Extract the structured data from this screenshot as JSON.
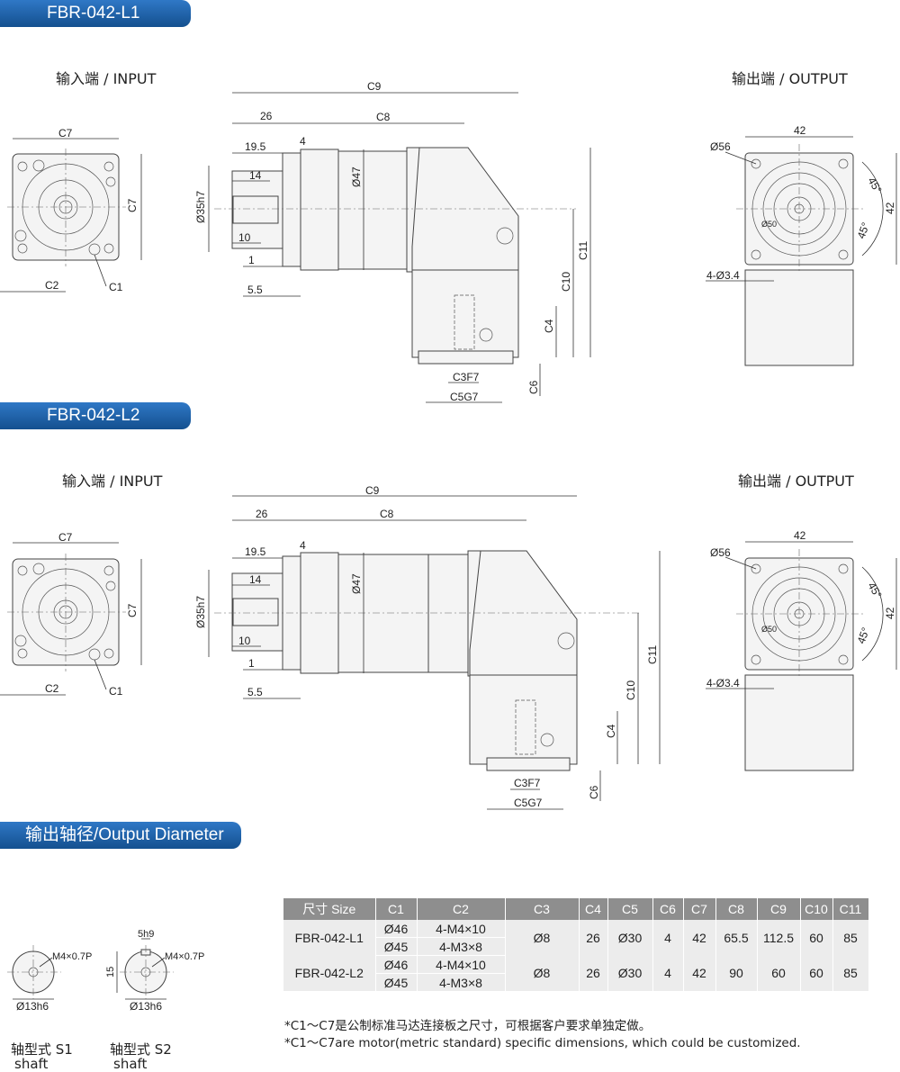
{
  "banners": {
    "l1": "FBR-042-L1",
    "l2": "FBR-042-L2",
    "output_diameter": "输出轴径/Output Diameter"
  },
  "views": {
    "input_label": "输入端 / INPUT",
    "output_label": "输出端 / OUTPUT"
  },
  "dims": {
    "c7": "C7",
    "c2": "C2",
    "c1": "C1",
    "c9": "C9",
    "c8": "C8",
    "d26": "26",
    "d19_5": "19.5",
    "d4": "4",
    "d14": "14",
    "d10": "10",
    "d1": "1",
    "d5_5": "5.5",
    "d35h7": "Ø35h7",
    "d47": "Ø47",
    "c11": "C11",
    "c10": "C10",
    "c4": "C4",
    "c3f7": "C3F7",
    "c5g7": "C5G7",
    "c6": "C6",
    "o42": "42",
    "o56": "Ø56",
    "o50": "Ø50",
    "o45": "45°",
    "o4_34": "4-Ø3.4"
  },
  "shafts": {
    "s1_thread": "M4×0.7P",
    "s1_dia": "Ø13h6",
    "s1_name": "轴型式 S1",
    "s1_sub": "shaft",
    "s2_key": "5h9",
    "s2_thread": "M4×0.7P",
    "s2_height": "15",
    "s2_dia": "Ø13h6",
    "s2_name": "轴型式 S2",
    "s2_sub": "shaft"
  },
  "table": {
    "headers": [
      "尺寸 Size",
      "C1",
      "C2",
      "C3",
      "C4",
      "C5",
      "C6",
      "C7",
      "C8",
      "C9",
      "C10",
      "C11"
    ],
    "rows": [
      {
        "size": "FBR-042-L1",
        "c1": [
          "Ø46",
          "Ø45"
        ],
        "c2": [
          "4-M4×10",
          "4-M3×8"
        ],
        "c3": "Ø8",
        "c4": "26",
        "c5": "Ø30",
        "c6": "4",
        "c7": "42",
        "c8": "65.5",
        "c9": "112.5",
        "c10": "60",
        "c11": "85"
      },
      {
        "size": "FBR-042-L2",
        "c1": [
          "Ø46",
          "Ø45"
        ],
        "c2": [
          "4-M4×10",
          "4-M3×8"
        ],
        "c3": "Ø8",
        "c4": "26",
        "c5": "Ø30",
        "c6": "4",
        "c7": "42",
        "c8": "90",
        "c9": "60",
        "c10": "60",
        "c11": "85"
      }
    ]
  },
  "notes": {
    "zh": "*C1～C7是公制标准马达连接板之尺寸，可根据客户要求单独定做。",
    "en": "*C1～C7are motor(metric standard) specific dimensions, which could be customized."
  }
}
